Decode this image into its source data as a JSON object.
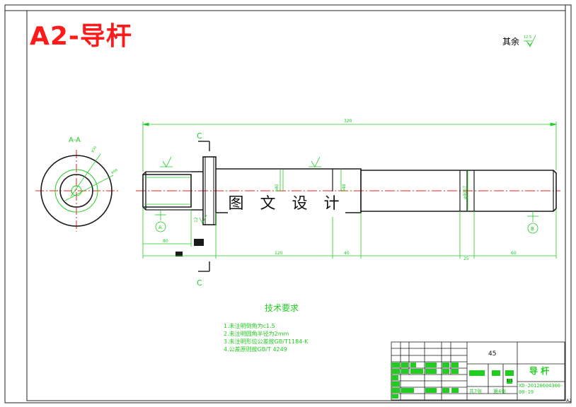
{
  "title": "A2-导杆",
  "watermark": "图 文 设 计",
  "section_label": "A-A",
  "section_marks": {
    "top": "C",
    "bottom": "C"
  },
  "datum_labels": {
    "left": "A",
    "right": "B"
  },
  "surface_note": {
    "text": "其余",
    "roughness": "12.5"
  },
  "dimensions": {
    "overall_length": "320",
    "left_length": "80",
    "mid_length": "120",
    "mid_right": "40",
    "right_groove": "25",
    "right_length": "60",
    "collar_width": "12",
    "diameter_left": "φ40",
    "diameter_mid": "φ48",
    "diameter_section": "φ30",
    "diameter_right": "φ40h7"
  },
  "tech_requirements": {
    "title": "技术要求",
    "items": [
      "1.未注明倒角为c1.5",
      "2.未注明圆角半径为2mm",
      "3.未注明形位公差按GB/T1184-K",
      "4.公差原则按GB/T 4249"
    ]
  },
  "title_block": {
    "material": "45",
    "part_name": "导 杆",
    "drawing_number": "XD-20120604300-00-19",
    "scale": "1:1",
    "footer_left": "共7张",
    "footer_right": "第4张"
  },
  "sheet_size": "A2",
  "colors": {
    "outline": "#1a1a1a",
    "dimension": "#22cc22",
    "centerline": "#ee2222",
    "title": "#ff1a1a"
  }
}
